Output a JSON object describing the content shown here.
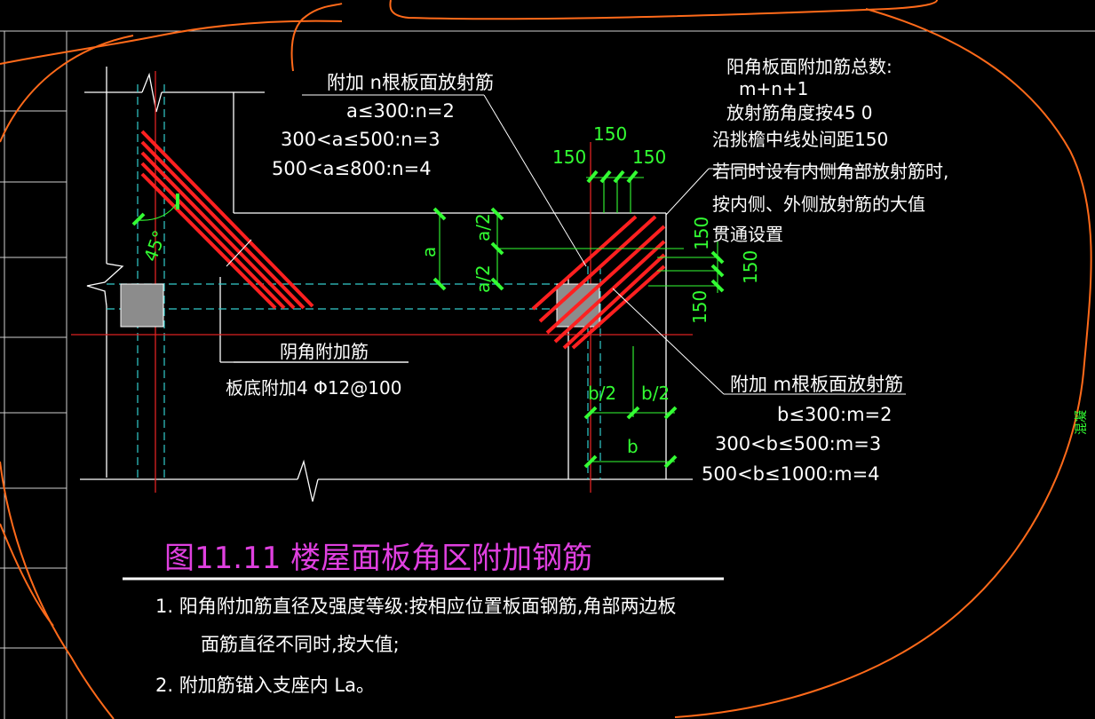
{
  "drawing": {
    "title": "图11.11  楼屋面板角区附加钢筋",
    "top_label": {
      "heading": "附加 n根板面放射筋",
      "lines": [
        "a≤300:n=2",
        "300<a≤500:n=3",
        "500<a≤800:n=4"
      ]
    },
    "total_note": {
      "lines": [
        "阳角板面附加筋总数:",
        "m+n+1",
        "放射筋角度按45 0",
        "沿挑檐中线处间距150",
        "若同时设有内侧角部放射筋时,",
        "按内侧、外侧放射筋的大值",
        "贯通设置"
      ]
    },
    "bottom_label": {
      "heading": "附加 m根板面放射筋",
      "lines": [
        "b≤300:m=2",
        "300<b≤500:m=3",
        "500<b≤1000:m=4"
      ]
    },
    "inner_corner": {
      "label": "阴角附加筋",
      "note": "板底附加4 Φ12@100"
    },
    "dims": {
      "d150": "150",
      "angle": "45°",
      "a": "a",
      "a_half": "a/2",
      "b": "b",
      "b_half": "b/2"
    },
    "notes": [
      "1. 阳角附加筋直径及强度等级:按相应位置板面钢筋,角部两边板",
      "面筋直径不同时,按大值;",
      "2. 附加筋锚入支座内 La。"
    ],
    "side_mark": "混凝",
    "colors": {
      "background": "#000000",
      "lines": "#ffffff",
      "dimension": "#33ff33",
      "rebar": "#ff2020",
      "axis": "#dd2222",
      "hidden": "#33cccc",
      "title": "#e040e0",
      "markup": "#ff6a1a"
    }
  }
}
